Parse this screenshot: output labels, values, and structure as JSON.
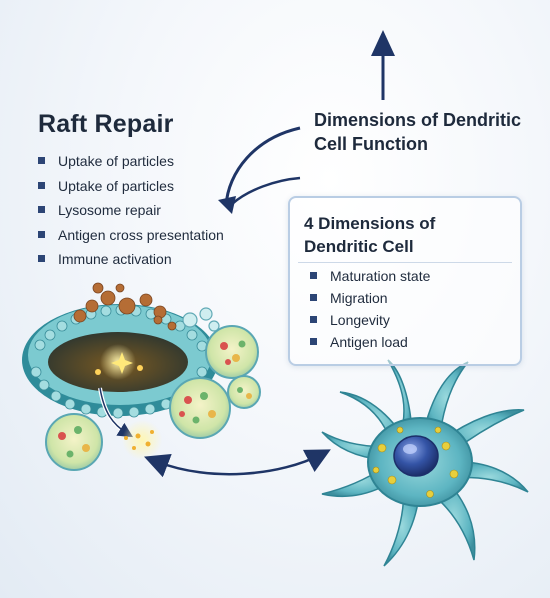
{
  "left_panel": {
    "title": "Raft Repair",
    "items": [
      "Uptake of particles",
      "Uptake of particles",
      "Lysosome repair",
      "Antigen cross presentation",
      "Immune activation"
    ]
  },
  "right_panel": {
    "title": "Dimensions of Dendritic Cell Function"
  },
  "card": {
    "title": "4 Dimensions of Dendritic Cell",
    "items": [
      "Maturation state",
      "Migration",
      "Longevity",
      "Antigen load"
    ]
  },
  "colors": {
    "arrow": "#1f3566",
    "membrane": "#57b3be",
    "cell_body": "#6cc1cc",
    "nucleus": "#2d4c9b",
    "particle": "#b56d35"
  }
}
